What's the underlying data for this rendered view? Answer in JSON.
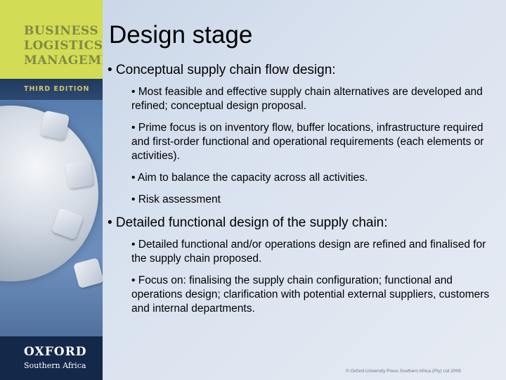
{
  "sidebar": {
    "book_title_lines": [
      "BUSINESS",
      "LOGISTICS",
      "MANAGEMENT"
    ],
    "edition": "THIRD EDITION",
    "publisher": "OXFORD",
    "publisher_region": "Southern Africa"
  },
  "slide": {
    "title": "Design stage",
    "bullets": [
      {
        "text": "• Conceptual supply chain flow design:",
        "sub": [
          "• Most feasible and effective supply chain alternatives are developed and refined; conceptual design proposal.",
          "• Prime focus is on inventory flow, buffer locations, infrastructure required and first-order functional and operational requirements (each elements or activities).",
          "• Aim to balance the capacity across all activities.",
          "• Risk assessment"
        ]
      },
      {
        "text": "• Detailed functional design of the supply chain:",
        "sub": [
          "• Detailed functional and/or operations design are refined and finalised for the supply chain proposed.",
          "• Focus on: finalising the supply chain configuration; functional and operations design; clarification with potential external suppliers, customers and internal departments."
        ]
      }
    ]
  },
  "footer": {
    "copyright": "© Oxford University Press Southern Africa (Pty) Ltd 2009"
  }
}
